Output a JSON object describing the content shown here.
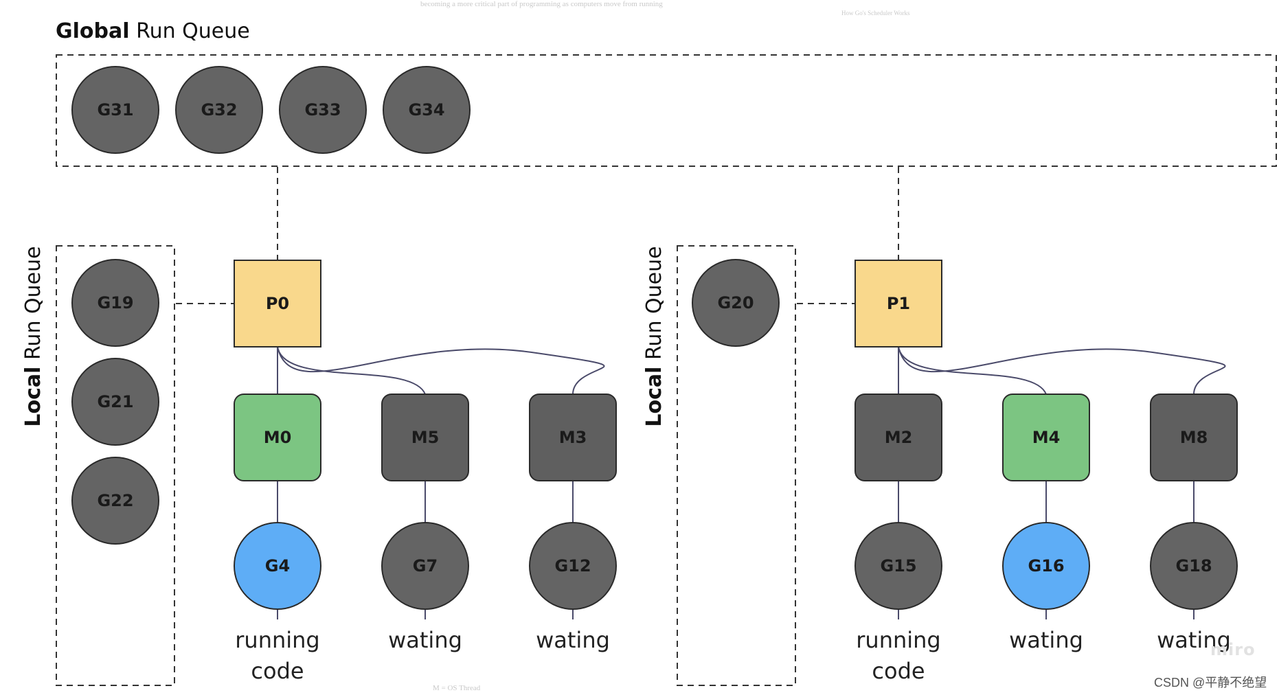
{
  "global_queue": {
    "title_bold": "Global",
    "title_rest": " Run Queue",
    "goroutines": [
      "G31",
      "G32",
      "G33",
      "G34"
    ]
  },
  "groups": [
    {
      "local_label_bold": "Local",
      "local_label_rest": " Run Queue",
      "local_goroutines": [
        "G19",
        "G21",
        "G22"
      ],
      "processor": "P0",
      "threads": [
        {
          "name": "M0",
          "state": "active",
          "goroutine": "G4",
          "goroutine_state": "running",
          "status": [
            "running",
            "code"
          ]
        },
        {
          "name": "M5",
          "state": "idle",
          "goroutine": "G7",
          "goroutine_state": "waiting",
          "status": [
            "wating"
          ]
        },
        {
          "name": "M3",
          "state": "idle",
          "goroutine": "G12",
          "goroutine_state": "waiting",
          "status": [
            "wating"
          ]
        }
      ]
    },
    {
      "local_label_bold": "Local",
      "local_label_rest": " Run Queue",
      "local_goroutines": [
        "G20"
      ],
      "processor": "P1",
      "threads": [
        {
          "name": "M2",
          "state": "idle",
          "goroutine": "G15",
          "goroutine_state": "waiting",
          "status": [
            "running",
            "code"
          ]
        },
        {
          "name": "M4",
          "state": "active",
          "goroutine": "G16",
          "goroutine_state": "running",
          "status": [
            "wating"
          ]
        },
        {
          "name": "M8",
          "state": "idle",
          "goroutine": "G18",
          "goroutine_state": "waiting",
          "status": [
            "wating"
          ]
        }
      ]
    }
  ],
  "colors": {
    "goroutine_fill": "#646464",
    "goroutine_text": "#1a1a1a",
    "processor_fill": "#f9d88c",
    "thread_idle_fill": "#5f5f5f",
    "thread_active_fill": "#7cc582",
    "goroutine_running_fill": "#5eadf6",
    "connector": "#4a4a6a",
    "dash": "#333333"
  },
  "watermark": "CSDN @平静不绝望",
  "logo_text": "miro",
  "background_text": {
    "top_line": "becoming a more critical part of programming as computers move from running",
    "top_right": "How Go's Scheduler Works",
    "bottom_line": "M = OS Thread"
  }
}
